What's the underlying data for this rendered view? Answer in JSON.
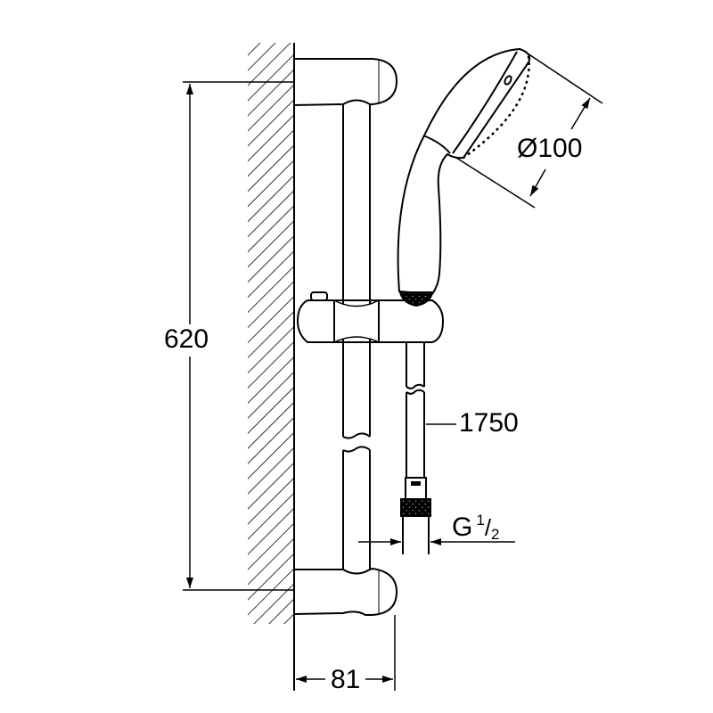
{
  "dimensions": {
    "height": "620",
    "depth": "81",
    "hose_length": "1750",
    "head_diameter": "Ø100",
    "thread": {
      "prefix": "G",
      "numerator": "1",
      "slash": "/",
      "denominator": "2"
    }
  },
  "colors": {
    "line": "#000000",
    "background": "#ffffff"
  }
}
